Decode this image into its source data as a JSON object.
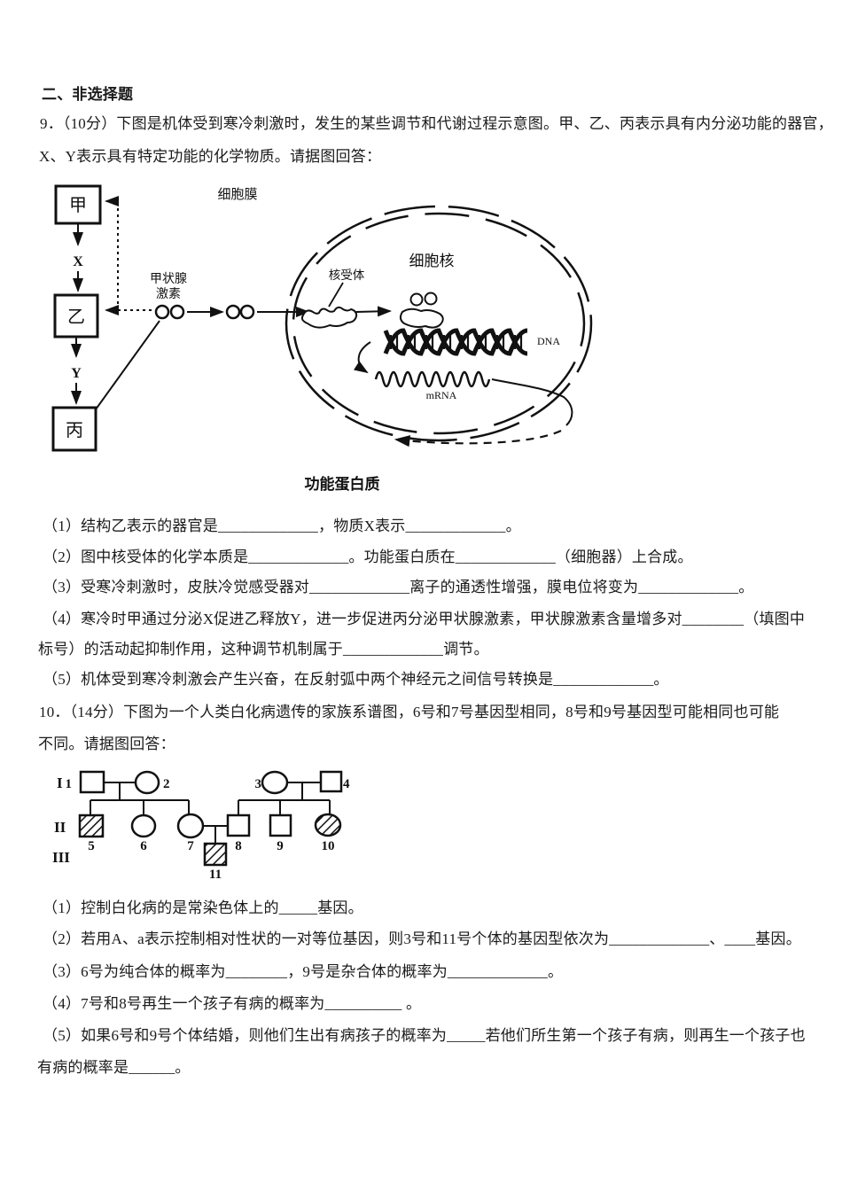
{
  "page": {
    "section_header": "二、非选择题",
    "q9": {
      "intro_lines": [
        "9．（10分）下图是机体受到寒冷刺激时，发生的某些调节和代谢过程示意图。甲、乙、丙表示具有内分泌功能的器官，",
        "X、Y表示具有特定功能的化学物质。请据图回答："
      ],
      "diagram": {
        "organ_jia": "甲",
        "organ_yi": "乙",
        "organ_bing": "丙",
        "substance_x": "X",
        "substance_y": "Y",
        "cell_membrane_label": "细胞膜",
        "nucleus_label": "细胞核",
        "nuclear_receptor_label": "核受体",
        "thyroid_hormone_line1": "甲状腺",
        "thyroid_hormone_line2": "激素",
        "dna_label": "DNA",
        "mrna_label": "mRNA",
        "functional_protein_label": "功能蛋白质"
      },
      "questions": [
        "（1）结构乙表示的器官是_____________，物质X表示_____________。",
        "（2）图中核受体的化学本质是_____________。功能蛋白质在_____________（细胞器）上合成。",
        "（3）受寒冷刺激时，皮肤冷觉感受器对_____________离子的通透性增强，膜电位将变为_____________。",
        "（4）寒冷时甲通过分泌X促进乙释放Y，进一步促进丙分泌甲状腺激素，甲状腺激素含量增多对________（填图中",
        "标号）的活动起抑制作用，这种调节机制属于_____________调节。",
        "（5）机体受到寒冷刺激会产生兴奋，在反射弧中两个神经元之间信号转换是_____________。"
      ]
    },
    "q10": {
      "intro_lines": [
        "10．（14分）下图为一个人类白化病遗传的家族系谱图，6号和7号基因型相同，8号和9号基因型可能相同也可能",
        "不同。请据图回答："
      ],
      "pedigree": {
        "generations": [
          "I",
          "II",
          "III"
        ],
        "numbers": [
          "1",
          "2",
          "3",
          "4",
          "5",
          "6",
          "7",
          "8",
          "9",
          "10",
          "11"
        ]
      },
      "questions": [
        "（1）控制白化病的是常染色体上的_____基因。",
        "（2）若用A、a表示控制相对性状的一对等位基因，则3号和11号个体的基因型依次为_____________、____基因。",
        "（3）6号为纯合体的概率为________，9号是杂合体的概率为_____________。",
        "（4）7号和8号再生一个孩子有病的概率为__________ 。",
        "（5）如果6号和9号个体结婚，则他们生出有病孩子的概率为_____若他们所生第一个孩子有病，则再生一个孩子也",
        "有病的概率是______。"
      ]
    }
  }
}
